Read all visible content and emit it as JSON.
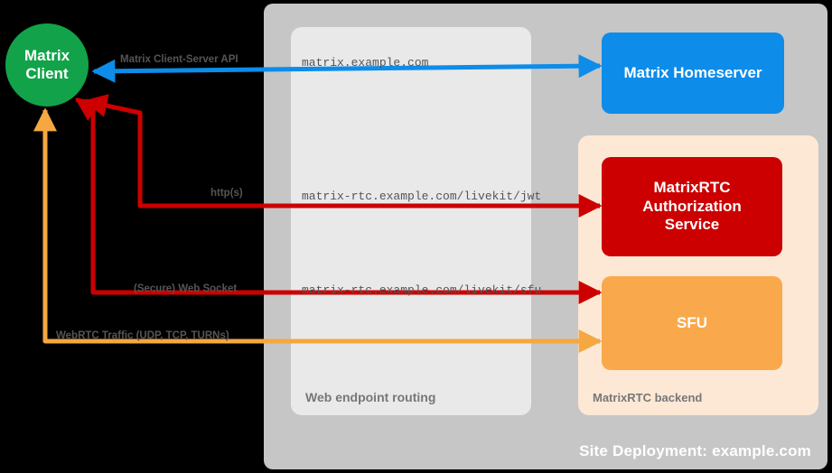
{
  "diagram": {
    "title": "Site Deployment: example.com",
    "containers": {
      "site": "Site Deployment: example.com",
      "web_routing": "Web endpoint routing",
      "rtc_backend": "MatrixRTC backend"
    },
    "nodes": {
      "client_line1": "Matrix",
      "client_line2": "Client",
      "homeserver": "Matrix Homeserver",
      "auth_line1": "MatrixRTC",
      "auth_line2": "Authorization",
      "auth_line3": "Service",
      "sfu": "SFU"
    },
    "edge_labels": {
      "cs_api": "Matrix Client-Server API",
      "https": "http(s)",
      "websocket": "(Secure) Web Socket",
      "webrtc": "WebRTC Traffic (UDP, TCP, TURNs)"
    },
    "endpoints": {
      "matrix": "matrix.example.com",
      "jwt": "matrix-rtc.example.com/livekit/jwt",
      "sfu": "matrix-rtc.example.com/livekit/sfu"
    },
    "colors": {
      "client": "#12a34a",
      "homeserver": "#0d8cea",
      "auth": "#cc0000",
      "sfu": "#f9a94c",
      "site_bg": "#c6c6c6",
      "routing_bg": "#e9e9e9",
      "backend_bg": "#fce8d5",
      "blue_edge": "#0d8cea",
      "red_edge": "#cc0000",
      "orange_edge": "#f5a742"
    }
  }
}
